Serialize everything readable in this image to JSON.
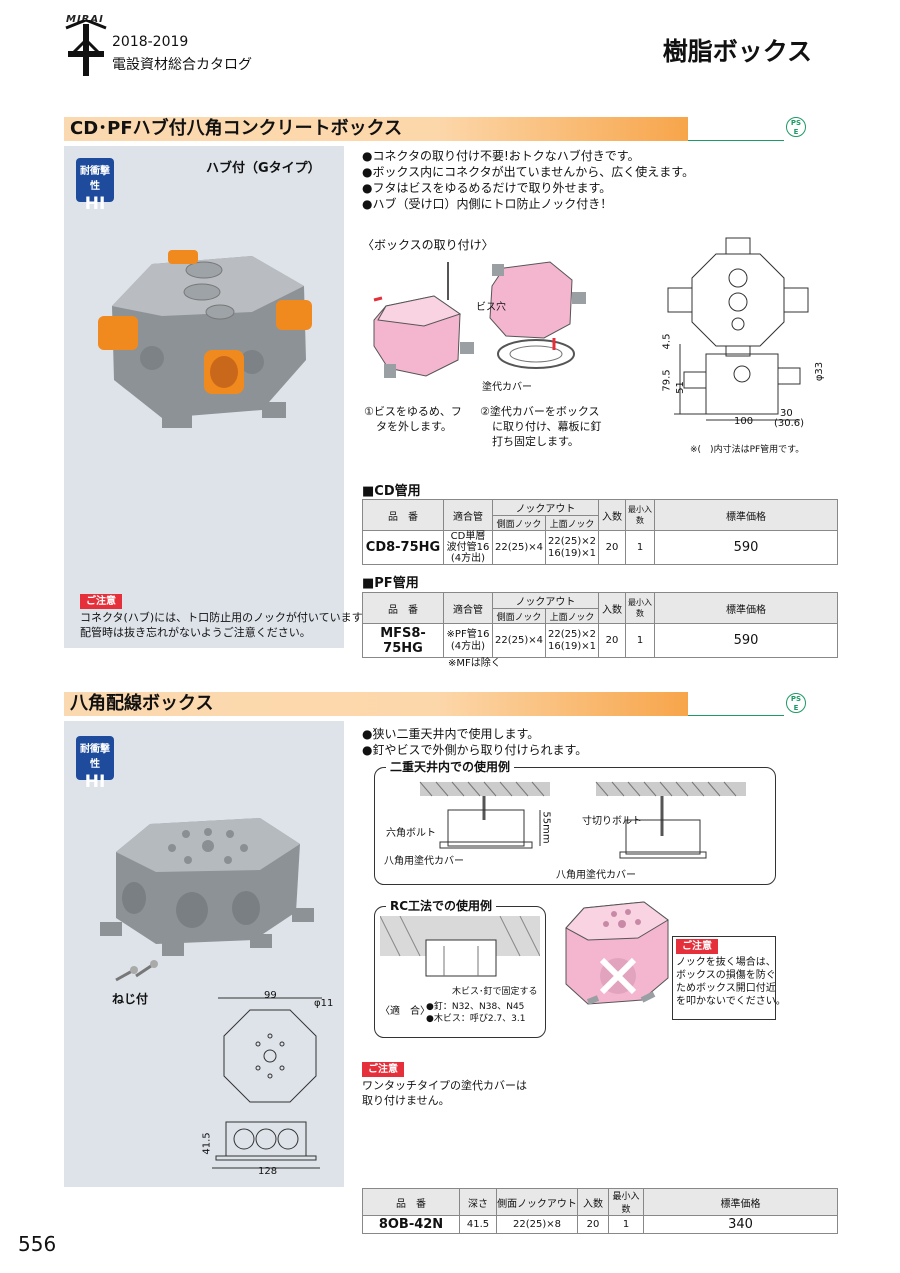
{
  "header": {
    "brand": "MIRAI",
    "year": "2018-2019",
    "catalog": "電設資材総合カタログ",
    "page_title": "樹脂ボックス"
  },
  "section1": {
    "title": "CD･PFハブ付八角コンクリートボックス",
    "pse_top": "PS",
    "pse_bottom": "E",
    "badge_top": "耐衝撃性",
    "badge_bottom": "HI",
    "hub_label": "ハブ付（Gタイプ）",
    "caution_label": "ご注意",
    "caution_lines": [
      "コネクタ(ハブ)には、ト口防止用のノックが付いています。",
      "配管時は抜き忘れがないようご注意ください。"
    ],
    "bullets": [
      "●コネクタの取り付け不要!おトクなハブ付きです。",
      "●ボックス内にコネクタが出ていませんから、広く使えます。",
      "●フタはビスをゆるめるだけで取り外せます。",
      "●ハブ（受け口）内側にトロ防止ノック付き！"
    ],
    "install_title": "〈ボックスの取り付け〉",
    "install_labels": {
      "screw_hole": "ビス穴",
      "cover": "塗代カバー"
    },
    "step1": [
      "①ビスをゆるめ、フ",
      "タを外します。"
    ],
    "step2": [
      "②塗代カバーをボックス",
      "に取り付け、幕板に釘",
      "打ち固定します。"
    ],
    "dims": {
      "d1": "4.5",
      "d2": "79.5",
      "d3": "51",
      "d4": "100",
      "d5": "30",
      "d6": "(30.6)",
      "d7": "φ33"
    },
    "dim_note": "※(　)内寸法はPF管用です。",
    "cd_title": "■CD管用",
    "pf_title": "■PF管用",
    "table_headers": {
      "part": "品　番",
      "pipe": "適合管",
      "knockout": "ノックアウト",
      "side": "側面ノック",
      "top": "上面ノック",
      "qty": "入数",
      "min": "最小入数",
      "price": "標準価格"
    },
    "cd_row": {
      "part": "CD8-75HG",
      "pipe": [
        "CD単層",
        "波付管16",
        "(4方出)"
      ],
      "side": "22(25)×4",
      "top": [
        "22(25)×2",
        "16(19)×1"
      ],
      "qty": "20",
      "min": "1",
      "price": "590"
    },
    "pf_row": {
      "part": "MFS8-75HG",
      "pipe": [
        "※PF管16",
        "(4方出)"
      ],
      "side": "22(25)×4",
      "top": [
        "22(25)×2",
        "16(19)×1"
      ],
      "qty": "20",
      "min": "1",
      "price": "590"
    },
    "pf_note": "※MFは除く"
  },
  "section2": {
    "title": "八角配線ボックス",
    "pse_top": "PS",
    "pse_bottom": "E",
    "badge_top": "耐衝撃性",
    "badge_bottom": "HI",
    "screw_label": "ねじ付",
    "bullets": [
      "●狭い二重天井内で使用します。",
      "●釘やビスで外側から取り付けられます。"
    ],
    "ceiling_title": "二重天井内での使用例",
    "ceiling_labels": {
      "hex_bolt": "六角ボルト",
      "cover1": "八角用塗代カバー",
      "dim55": "55mm",
      "cut_bolt": "寸切りボルト",
      "cover2": "八角用塗代カバー"
    },
    "rc_title": "RC工法での使用例",
    "rc_fix": "木ビス･釘で固定する",
    "rc_fit_label": "〈適　合〉",
    "rc_fit_lines": [
      "●釘：N32、N38、N45",
      "●木ビス：呼び2.7、3.1"
    ],
    "caution2_label": "ご注意",
    "caution2_lines": [
      "ノックを抜く場合は、",
      "ボックスの損傷を防ぐ",
      "ためボックス開口付近",
      "を叩かないでください。"
    ],
    "dims": {
      "w": "99",
      "hole": "φ11",
      "h": "41.5",
      "len": "128"
    },
    "caution_label": "ご注意",
    "caution_lines": [
      "ワンタッチタイプの塗代カバーは",
      "取り付けません。"
    ],
    "table_headers": {
      "part": "品　番",
      "depth": "深さ",
      "side": "側面ノックアウト",
      "qty": "入数",
      "min": "最小入数",
      "price": "標準価格"
    },
    "row": {
      "part": "8OB-42N",
      "depth": "41.5",
      "side": "22(25)×8",
      "qty": "20",
      "min": "1",
      "price": "340"
    }
  },
  "page_number": "556",
  "colors": {
    "accent_orange": "#f7a54a",
    "badge_blue": "#1e4b9b",
    "panel_gray": "#dee3ea",
    "caution_red": "#e5303b",
    "pse_green": "#1e9a66",
    "box_pink": "#f4b6cf",
    "box_gray": "#9a9fa4"
  }
}
